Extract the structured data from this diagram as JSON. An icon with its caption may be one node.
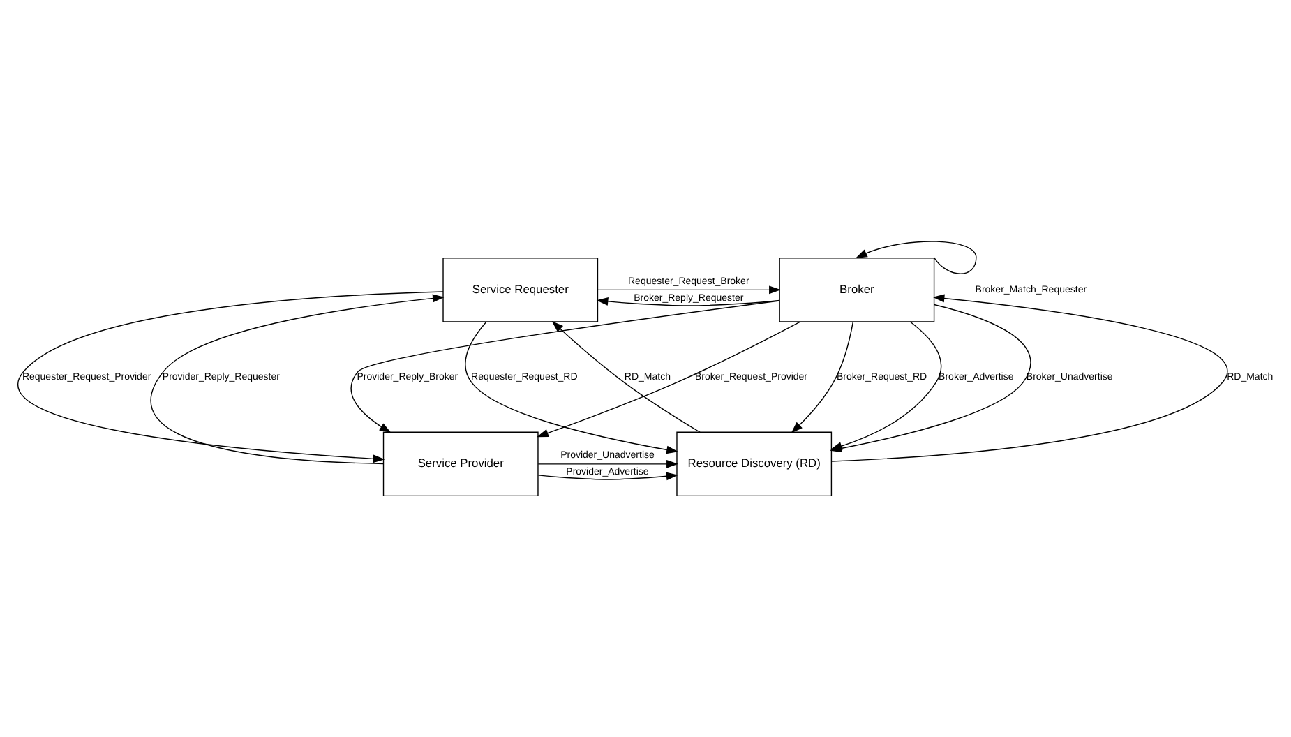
{
  "diagram": {
    "nodes": [
      {
        "text": [
          "Service Requester"
        ]
      },
      {
        "text": [
          "Broker"
        ]
      },
      {
        "text": [
          "Service Provider"
        ]
      },
      {
        "text": [
          "Resource Discovery (RD)"
        ]
      }
    ],
    "edges": [
      {
        "from": 0,
        "to": 1,
        "arrow": "to",
        "label": "Requester_Request_Broker"
      },
      {
        "from": 1,
        "to": 0,
        "arrow": "to",
        "label": "Broker_Reply_Requester"
      },
      {
        "from": 1,
        "to": 1,
        "arrow": "to",
        "label": "Broker_Match_Requester"
      },
      {
        "from": 1,
        "to": 2,
        "arrow": "to",
        "label": "Provider_Reply_Broker"
      },
      {
        "from": 1,
        "to": 2,
        "arrow": "to",
        "label": "Broker_Request_Provider"
      },
      {
        "from": 2,
        "to": 0,
        "arrow": "to",
        "label": "Provider_Reply_Requester"
      },
      {
        "from": 0,
        "to": 2,
        "arrow": "to",
        "label": "Requester_Request_Provider"
      },
      {
        "from": 2,
        "to": 3,
        "arrow": "to",
        "label": "Provider_Unadvertise"
      },
      {
        "from": 2,
        "to": 3,
        "arrow": "to",
        "label": "Provider_Advertise"
      },
      {
        "from": 3,
        "to": 1,
        "arrow": "to",
        "label": "RD_Match"
      },
      {
        "from": 1,
        "to": 3,
        "arrow": "to",
        "label": "Broker_Request_RD"
      },
      {
        "from": 1,
        "to": 3,
        "arrow": "to",
        "label": "Broker_Advertise"
      },
      {
        "from": 1,
        "to": 3,
        "arrow": "to",
        "label": "Broker_Unadvertise"
      },
      {
        "from": 0,
        "to": 3,
        "arrow": "to",
        "label": "Requester_Request_RD"
      },
      {
        "from": 3,
        "to": 0,
        "arrow": "to",
        "label": "RD_Match"
      }
    ]
  }
}
